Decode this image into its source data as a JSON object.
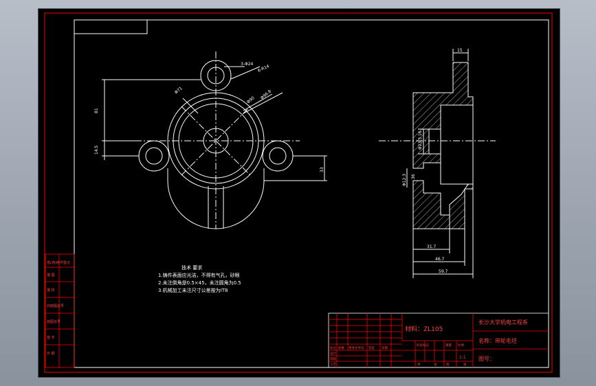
{
  "colors": {
    "background": "#000000",
    "frame": "#ff0000",
    "linework": "#ffffff",
    "title_red": "#ff0000",
    "title_text": "#ff4040",
    "outer_ui": "#9aa2ae"
  },
  "dimensions": {
    "front_view": {
      "bolt_holes": "3-Φ24",
      "fillet_radius": "6-R14",
      "diameter_a": "Φ71",
      "diameter_b": "Φ90",
      "diameter_c": "Φ96.8",
      "height_top": "81",
      "height_mid": "14.5",
      "height_right": "33"
    },
    "section_view": {
      "top_width": "15",
      "bore_dia": "Φ23.3",
      "bore_depth": "16",
      "lower_dia": "Φ12.3",
      "lower_depth": "36",
      "len_1": "31.7",
      "len_2": "46.7",
      "len_3": "59.7"
    }
  },
  "technical_requirements": {
    "title": "技术 要求",
    "items": [
      "1.铸件表面应光洁，不得有气孔，砂眼",
      "2.未注倒角是0.5×45，未注圆角为0.5",
      "3.机械加工未注尺寸公差按为IT8"
    ]
  },
  "left_strip": {
    "labels": [
      "借(通)用件登记",
      "描 图",
      "描 校",
      "旧底图总号",
      "底图总号",
      "签 字",
      "日 期"
    ]
  },
  "title_block": {
    "material": "材料：ZL105",
    "school": "长沙大学机电工程系",
    "part_name": "名称：带轮毛坯",
    "drawing_no": "图号：",
    "scale": "1:1",
    "row_labels": [
      "标记",
      "处数",
      "更改文件号",
      "签名",
      "日期"
    ],
    "left_roles": [
      "设计",
      "审核",
      "工艺"
    ],
    "stage_labels": [
      "阶段标记",
      "重量",
      "比例"
    ],
    "bottom_cells": [
      "共",
      "张",
      "第",
      "张"
    ]
  }
}
